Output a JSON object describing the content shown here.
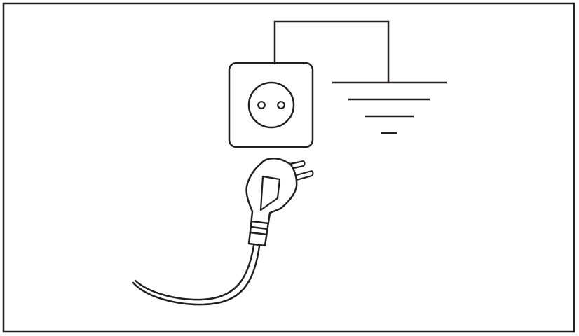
{
  "diagram": {
    "components": [
      {
        "name": "wall-socket",
        "icon": "socket-icon"
      },
      {
        "name": "ground-symbol",
        "icon": "ground-icon"
      },
      {
        "name": "plug",
        "icon": "plug-icon"
      },
      {
        "name": "power-cord",
        "icon": "cord-icon"
      }
    ],
    "colors": {
      "stroke": "#231f20",
      "background": "#ffffff"
    }
  }
}
